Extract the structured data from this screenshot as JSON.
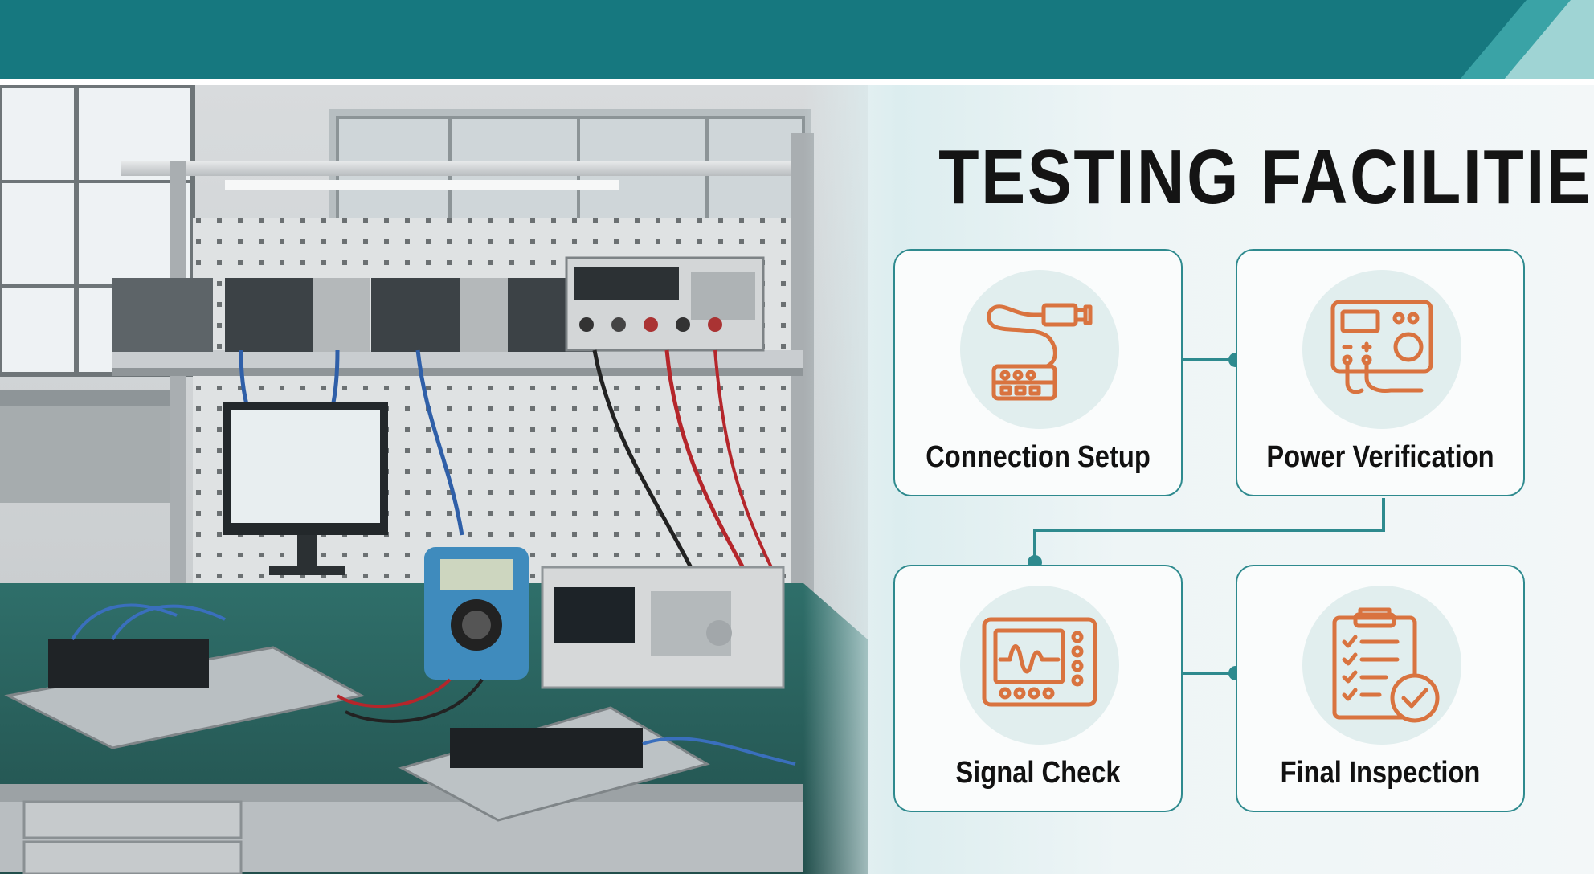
{
  "title": "TESTING FACILITIES",
  "steps": [
    {
      "label": "Connection Setup",
      "icon": "cable-connector-icon"
    },
    {
      "label": "Power Verification",
      "icon": "power-supply-meter-icon"
    },
    {
      "label": "Signal Check",
      "icon": "oscilloscope-icon"
    },
    {
      "label": "Final Inspection",
      "icon": "checklist-clipboard-icon"
    }
  ],
  "colors": {
    "header": "#16787f",
    "accent": "#2e8a8e",
    "icon_stroke": "#d9733f",
    "icon_bg": "#e1eeee",
    "title": "#141414"
  }
}
